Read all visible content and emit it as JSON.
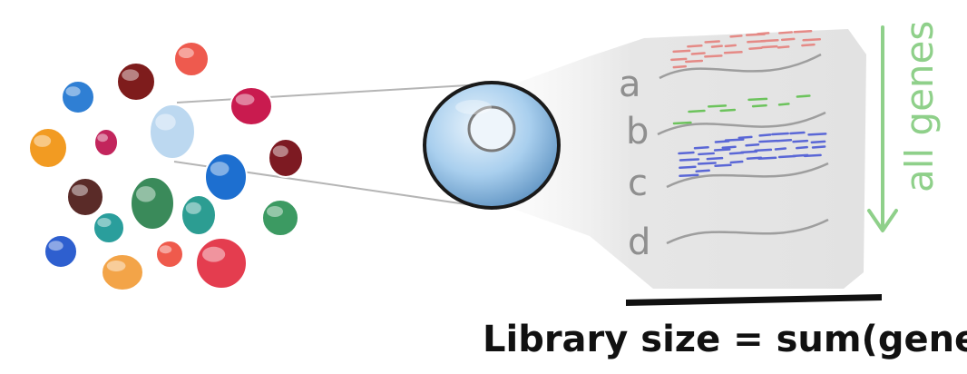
{
  "genes": [
    "a",
    "b",
    "c",
    "d"
  ],
  "axis_label": "all genes",
  "caption": "Library size = sum(genes)",
  "colors": {
    "gene_a_reads": "#e58a86",
    "gene_b_reads": "#6cc35c",
    "gene_c_reads": "#5a67d6",
    "arrow": "#8fd08a",
    "magnifier": "#9cc6e6",
    "panel": "#e3e3e3"
  },
  "cells": [
    {
      "name": "cell-blue",
      "color": "#2f7fd4"
    },
    {
      "name": "cell-maroon",
      "color": "#7e1c1c"
    },
    {
      "name": "cell-coral",
      "color": "#ee5a4e"
    },
    {
      "name": "cell-crimson",
      "color": "#c91b4f"
    },
    {
      "name": "cell-orange",
      "color": "#f29b22"
    },
    {
      "name": "cell-magenta",
      "color": "#c2255c"
    },
    {
      "name": "cell-selected",
      "color": "#bcd8f0"
    },
    {
      "name": "cell-burgundy",
      "color": "#7d1a22"
    },
    {
      "name": "cell-brown",
      "color": "#5a2b28"
    },
    {
      "name": "cell-green",
      "color": "#3a8a5a"
    },
    {
      "name": "cell-blue-bright",
      "color": "#1d6fd0"
    },
    {
      "name": "cell-teal",
      "color": "#2a9e9c"
    },
    {
      "name": "cell-teal-small",
      "color": "#2c9d92"
    },
    {
      "name": "cell-green-small",
      "color": "#3c9a62"
    },
    {
      "name": "cell-navy",
      "color": "#2e5fcf"
    },
    {
      "name": "cell-peach",
      "color": "#f3a448"
    },
    {
      "name": "cell-salmon",
      "color": "#ef5a4c"
    },
    {
      "name": "cell-rose",
      "color": "#e43d4f"
    }
  ]
}
